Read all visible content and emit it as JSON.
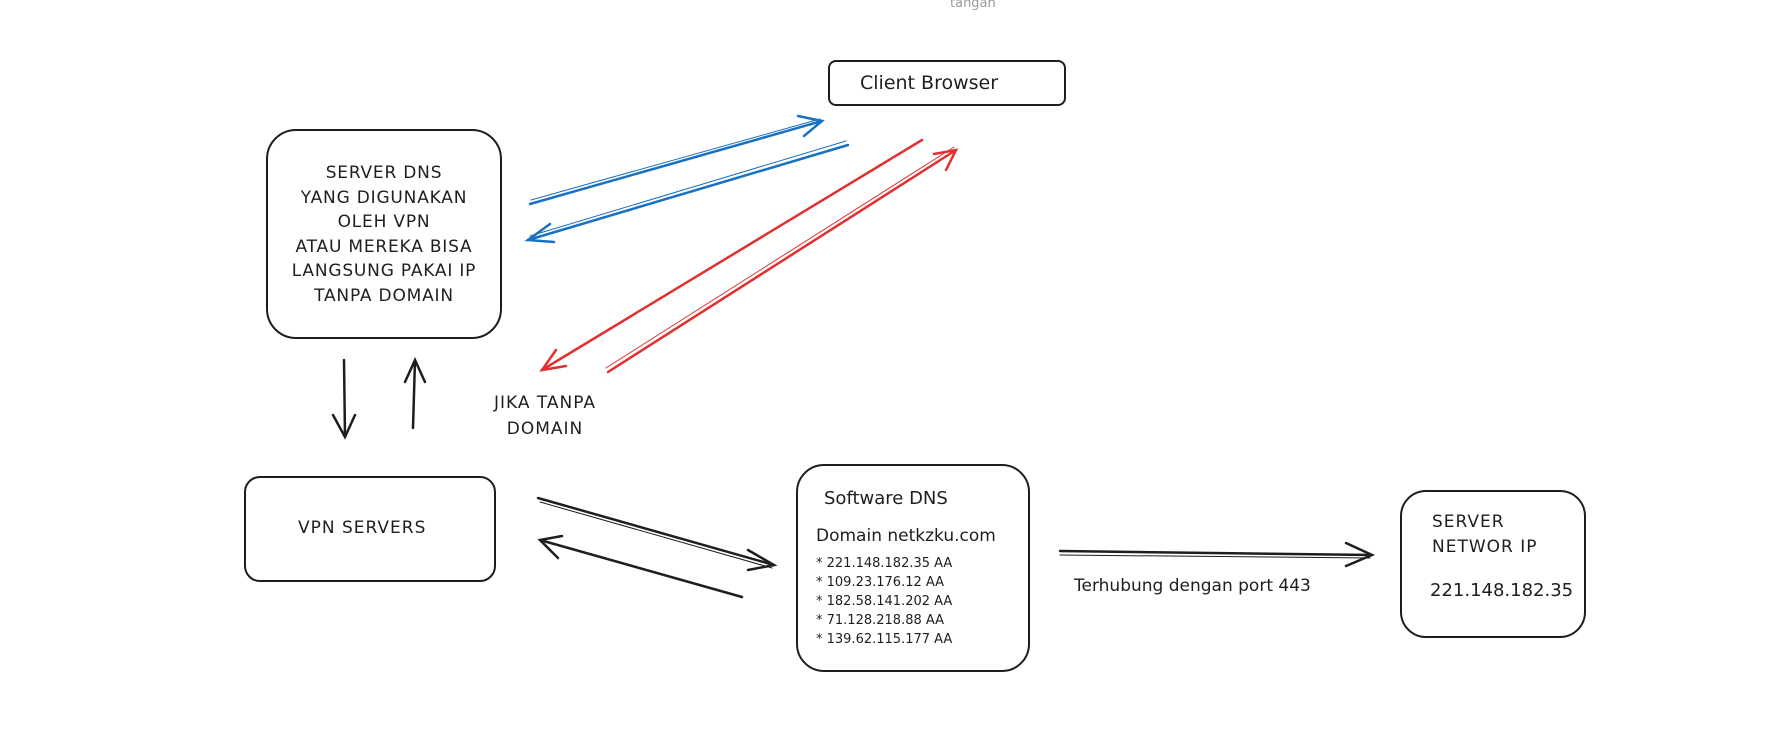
{
  "top_label": "tangan",
  "nodes": {
    "client_browser": "Client Browser",
    "server_dns_lines": [
      "SERVER DNS",
      "YANG DIGUNAKAN",
      "OLEH VPN",
      "ATAU MEREKA BISA",
      "LANGSUNG PAKAI IP",
      "TANPA DOMAIN"
    ],
    "vpn_servers": "VPN SERVERS",
    "software_dns": {
      "title": "Software DNS",
      "domain": "Domain netkzku.com",
      "records": [
        "* 221.148.182.35 AA",
        "* 109.23.176.12 AA",
        "* 182.58.141.202 AA",
        "* 71.128.218.88 AA",
        "* 139.62.115.177 AA"
      ]
    },
    "server_network": {
      "line1": "SERVER",
      "line2": "NETWOR IP",
      "ip": "221.148.182.35"
    }
  },
  "labels": {
    "jika_tanpa_domain_1": "JIKA TANPA",
    "jika_tanpa_domain_2": "DOMAIN",
    "port": "Terhubung dengan port 443"
  },
  "colors": {
    "stroke": "#1e1e1e",
    "blue": "#1971c2",
    "red": "#e03131"
  }
}
